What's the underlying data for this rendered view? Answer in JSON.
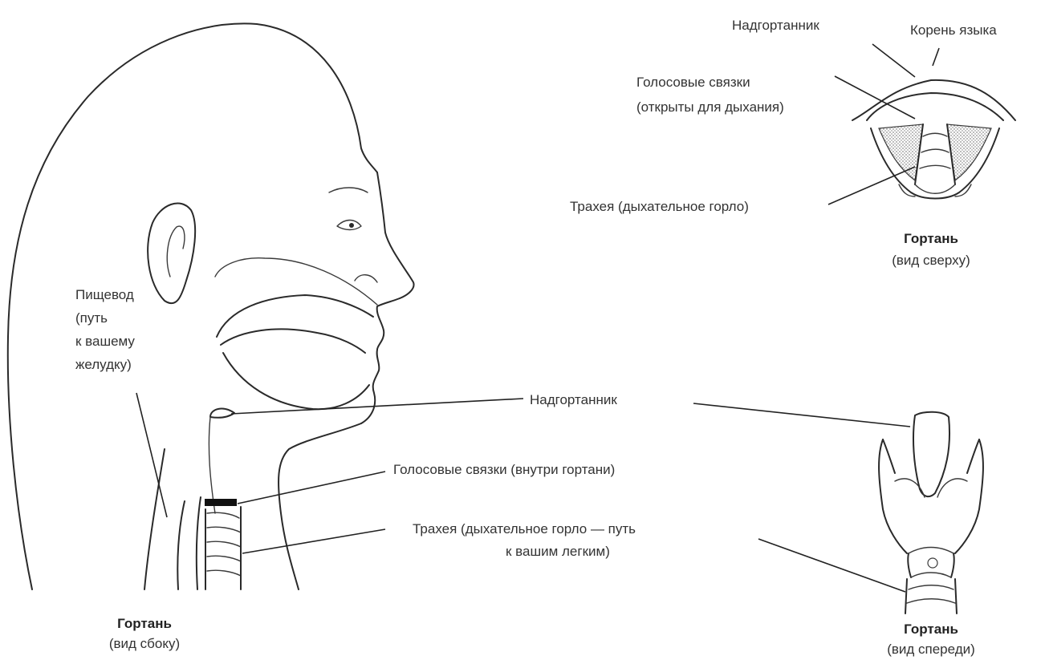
{
  "side_view": {
    "esophagus_label": [
      "Пищевод",
      "(путь",
      "к вашему",
      "желудку)"
    ],
    "title": "Гортань",
    "subtitle": "(вид сбоку)"
  },
  "center_labels": {
    "epiglottis": "Надгортанник",
    "vocal_cords": "Голосовые связки (внутри гортани)",
    "trachea_line1": "Трахея (дыхательное горло — путь",
    "trachea_line2": "к вашим легким)"
  },
  "top_view": {
    "epiglottis": "Надгортанник",
    "tongue_root": "Корень языка",
    "vocal_cords_line1": "Голосовые связки",
    "vocal_cords_line2": "(открыты для дыхания)",
    "trachea": "Трахея (дыхательное горло)",
    "title": "Гортань",
    "subtitle": "(вид сверху)"
  },
  "front_view": {
    "title": "Гортань",
    "subtitle": "(вид спереди)"
  }
}
